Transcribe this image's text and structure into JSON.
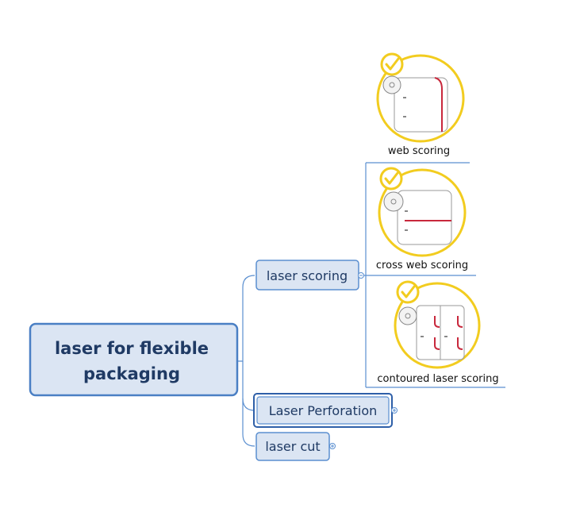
{
  "central_topic": {
    "line1": "laser for flexible",
    "line2": "packaging"
  },
  "branches": [
    {
      "label": "laser scoring",
      "selected": false,
      "expand_marker": "minus-collapse"
    },
    {
      "label": "Laser Perforation",
      "selected": true,
      "expand_marker": "plus-expand"
    },
    {
      "label": "laser cut",
      "selected": false,
      "expand_marker": "plus-expand"
    }
  ],
  "scoring_subtopics": [
    {
      "caption": "web scoring",
      "icon": "web-scoring-roll-icon"
    },
    {
      "caption": "cross web scoring",
      "icon": "cross-web-scoring-roll-icon"
    },
    {
      "caption": "contoured laser scoring",
      "icon": "contoured-scoring-roll-icon"
    }
  ],
  "colors": {
    "topic_fill": "#dbe5f3",
    "topic_border": "#4a7fc4",
    "topic_text": "#1f3a64",
    "connector": "#5b8fd0",
    "check_ring": "#f2cc1f",
    "score_line": "#c8283c",
    "underline": "#3b78c9"
  }
}
